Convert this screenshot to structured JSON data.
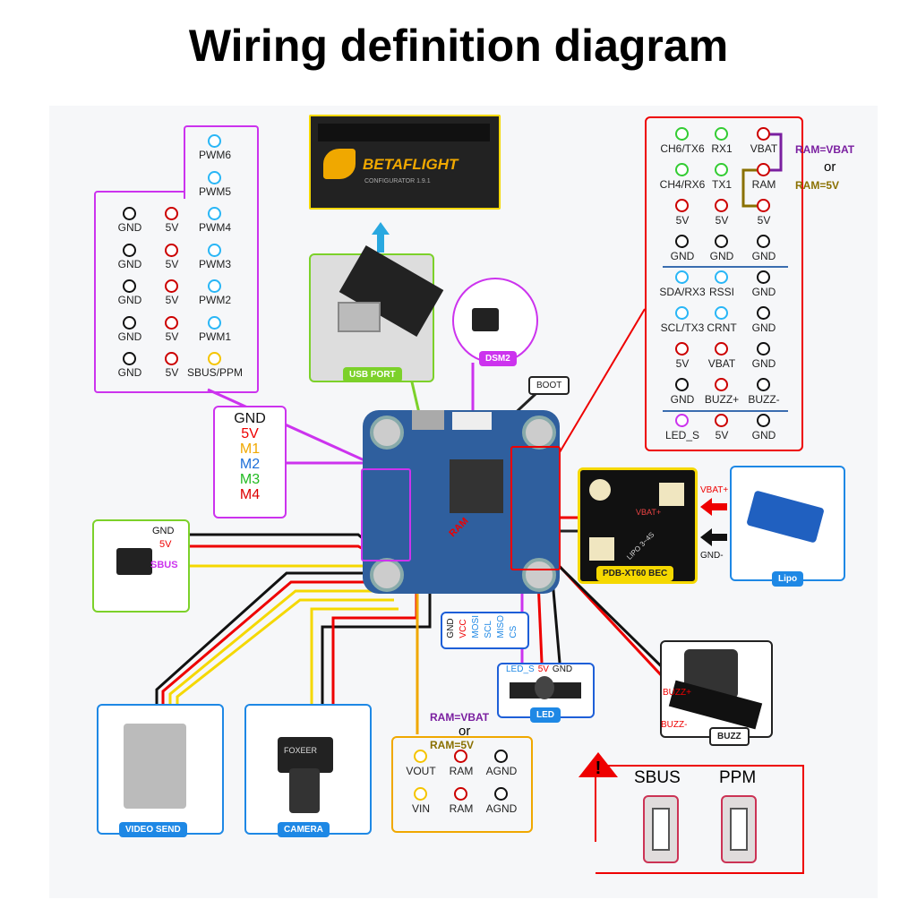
{
  "title": "Wiring definition diagram",
  "colors": {
    "green": "#33cc33",
    "red": "#cc0000",
    "black": "#111111",
    "cyan": "#29b6f6",
    "yellow": "#f5c400",
    "magenta": "#cc33ee",
    "purple": "#7a1fa0",
    "olive": "#8a7000",
    "board": "#2f5f9e"
  },
  "pwm_header": {
    "rows": [
      {
        "pins": [
          null,
          null,
          {
            "label": "PWM6",
            "color": "cyan"
          }
        ]
      },
      {
        "pins": [
          null,
          null,
          {
            "label": "PWM5",
            "color": "cyan"
          }
        ]
      },
      {
        "pins": [
          {
            "label": "GND",
            "color": "black"
          },
          {
            "label": "5V",
            "color": "red"
          },
          {
            "label": "PWM4",
            "color": "cyan"
          }
        ]
      },
      {
        "pins": [
          {
            "label": "GND",
            "color": "black"
          },
          {
            "label": "5V",
            "color": "red"
          },
          {
            "label": "PWM3",
            "color": "cyan"
          }
        ]
      },
      {
        "pins": [
          {
            "label": "GND",
            "color": "black"
          },
          {
            "label": "5V",
            "color": "red"
          },
          {
            "label": "PWM2",
            "color": "cyan"
          }
        ]
      },
      {
        "pins": [
          {
            "label": "GND",
            "color": "black"
          },
          {
            "label": "5V",
            "color": "red"
          },
          {
            "label": "PWM1",
            "color": "cyan"
          }
        ]
      },
      {
        "pins": [
          {
            "label": "GND",
            "color": "black"
          },
          {
            "label": "5V",
            "color": "red"
          },
          {
            "label": "SBUS/PPM",
            "color": "yellow"
          }
        ]
      }
    ]
  },
  "main_header": {
    "rows": [
      {
        "pins": [
          {
            "label": "CH6/TX6",
            "color": "green"
          },
          {
            "label": "RX1",
            "color": "green"
          },
          {
            "label": "VBAT",
            "color": "red"
          }
        ]
      },
      {
        "pins": [
          {
            "label": "CH4/RX6",
            "color": "green"
          },
          {
            "label": "TX1",
            "color": "green"
          },
          {
            "label": "RAM",
            "color": "red"
          }
        ]
      },
      {
        "pins": [
          {
            "label": "5V",
            "color": "red"
          },
          {
            "label": "5V",
            "color": "red"
          },
          {
            "label": "5V",
            "color": "red"
          }
        ]
      },
      {
        "pins": [
          {
            "label": "GND",
            "color": "black"
          },
          {
            "label": "GND",
            "color": "black"
          },
          {
            "label": "GND",
            "color": "black"
          }
        ]
      },
      {
        "pins": [
          {
            "label": "SDA/RX3",
            "color": "cyan"
          },
          {
            "label": "RSSI",
            "color": "cyan"
          },
          {
            "label": "GND",
            "color": "black"
          }
        ]
      },
      {
        "pins": [
          {
            "label": "SCL/TX3",
            "color": "cyan"
          },
          {
            "label": "CRNT",
            "color": "cyan"
          },
          {
            "label": "GND",
            "color": "black"
          }
        ]
      },
      {
        "pins": [
          {
            "label": "5V",
            "color": "red"
          },
          {
            "label": "VBAT",
            "color": "red"
          },
          {
            "label": "GND",
            "color": "black"
          }
        ]
      },
      {
        "pins": [
          {
            "label": "GND",
            "color": "black"
          },
          {
            "label": "BUZZ+",
            "color": "red"
          },
          {
            "label": "BUZZ-",
            "color": "black"
          }
        ]
      },
      {
        "pins": [
          {
            "label": "LED_S",
            "color": "magenta"
          },
          {
            "label": "5V",
            "color": "red"
          },
          {
            "label": "GND",
            "color": "black"
          }
        ]
      }
    ],
    "ram_vbat": "RAM=VBAT",
    "or": "or",
    "ram_5v": "RAM=5V"
  },
  "motor_legend": [
    "GND",
    "5V",
    "M1",
    "M2",
    "M3",
    "M4"
  ],
  "motor_colors": [
    "#111111",
    "#ee0000",
    "#f0a800",
    "#1e6fd8",
    "#22bb22",
    "#dd0000"
  ],
  "betaflight": {
    "name": "BETAFLIGHT",
    "sub": "CONFIGURATOR 1.9.1"
  },
  "usb_port": "USB PORT",
  "dsm2": "DSM2",
  "boot": "BOOT",
  "board_ram": "RAM",
  "receiver": {
    "gnd": "GND",
    "v5": "5V",
    "sbus": "SBUS"
  },
  "spi_labels": [
    {
      "t": "GND",
      "c": "#111"
    },
    {
      "t": "VCC",
      "c": "#e00"
    },
    {
      "t": "MOSI",
      "c": "#1e88e5"
    },
    {
      "t": "SCL",
      "c": "#1e88e5"
    },
    {
      "t": "MISO",
      "c": "#1e88e5"
    },
    {
      "t": "CS",
      "c": "#1e88e5"
    }
  ],
  "led": {
    "tag": "LED",
    "pins": [
      {
        "t": "LED_S",
        "c": "#1e88e5"
      },
      {
        "t": "5V",
        "c": "#e00"
      },
      {
        "t": "GND",
        "c": "#111"
      }
    ]
  },
  "pdb": {
    "tag": "PDB-XT60 BEC",
    "vbat": "VBAT+",
    "gnd": "GND-",
    "silk": "LIPO 3~4S"
  },
  "lipo": "Lipo",
  "buzz": {
    "tag": "BUZZ",
    "plus": "BUZZ+",
    "minus": "BUZZ-"
  },
  "video_send": "VIDEO SEND",
  "camera": {
    "tag": "CAMERA",
    "brand": "FOXEER"
  },
  "vtx_header": {
    "ram_vbat": "RAM=VBAT",
    "or": "or",
    "ram_5v": "RAM=5V",
    "rows": [
      {
        "pins": [
          {
            "label": "VOUT",
            "color": "yellow"
          },
          {
            "label": "RAM",
            "color": "red"
          },
          {
            "label": "AGND",
            "color": "black"
          }
        ]
      },
      {
        "pins": [
          {
            "label": "VIN",
            "color": "yellow"
          },
          {
            "label": "RAM",
            "color": "red"
          },
          {
            "label": "AGND",
            "color": "black"
          }
        ]
      }
    ]
  },
  "jumpers": {
    "sbus": "SBUS",
    "ppm": "PPM"
  }
}
